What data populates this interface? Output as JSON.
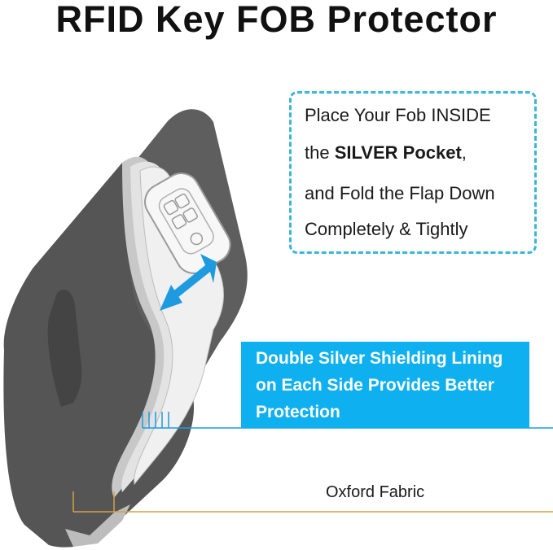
{
  "title": "RFID Key FOB Protector",
  "callout": {
    "line1": "Place Your Fob INSIDE",
    "line2_pre": "the ",
    "line2_bold": "SILVER Pocket",
    "line2_post": ",",
    "line3": "and Fold the Flap Down",
    "line4": "Completely & Tightly"
  },
  "banner": {
    "line1": "Double Silver Shielding Lining",
    "line2": "on Each Side Provides Better",
    "line3": "Protection"
  },
  "oxford_label": "Oxford Fabric",
  "colors": {
    "fabric": "#5e5e5e",
    "fabric_dark": "#4a4a4a",
    "silver": "#e3e3e3",
    "silver_edge": "#bdbdbd",
    "callout_border": "#3bb6d6",
    "banner": "#0fb0ef",
    "arrow": "#1e9be0",
    "oxford_line": "#d4a24a"
  }
}
